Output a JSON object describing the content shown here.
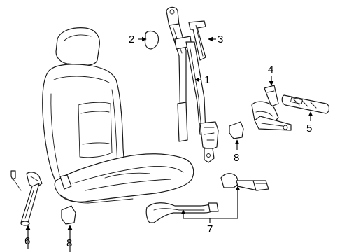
{
  "callouts": {
    "c1": "1",
    "c2": "2",
    "c3": "3",
    "c4": "4",
    "c5": "5",
    "c6": "6",
    "c7": "7",
    "c8a": "8",
    "c8b": "8"
  }
}
